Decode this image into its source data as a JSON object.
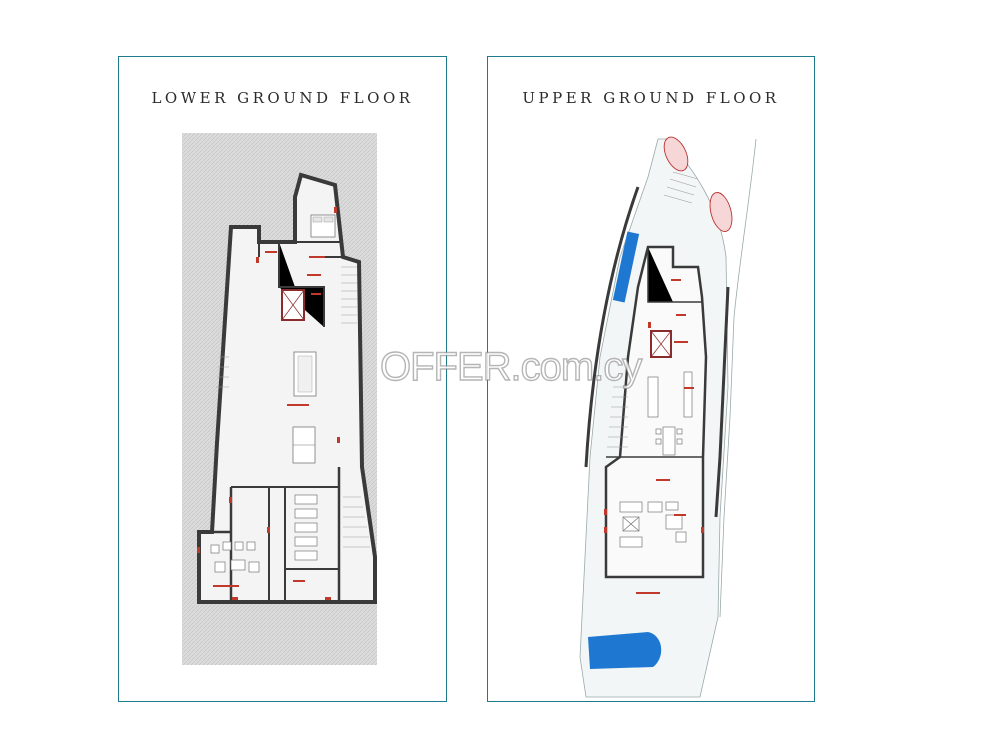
{
  "panels": {
    "left": {
      "title": "LOWER GROUND FLOOR"
    },
    "right": {
      "title": "UPPER GROUND FLOOR"
    }
  },
  "watermark": "OFFER.com.cy",
  "colors": {
    "frame": "#1f7a8c",
    "wall": "#3a3a3a",
    "ground": "#d8d8d8",
    "pool": "#1e78d2",
    "label": "#c0392b"
  }
}
